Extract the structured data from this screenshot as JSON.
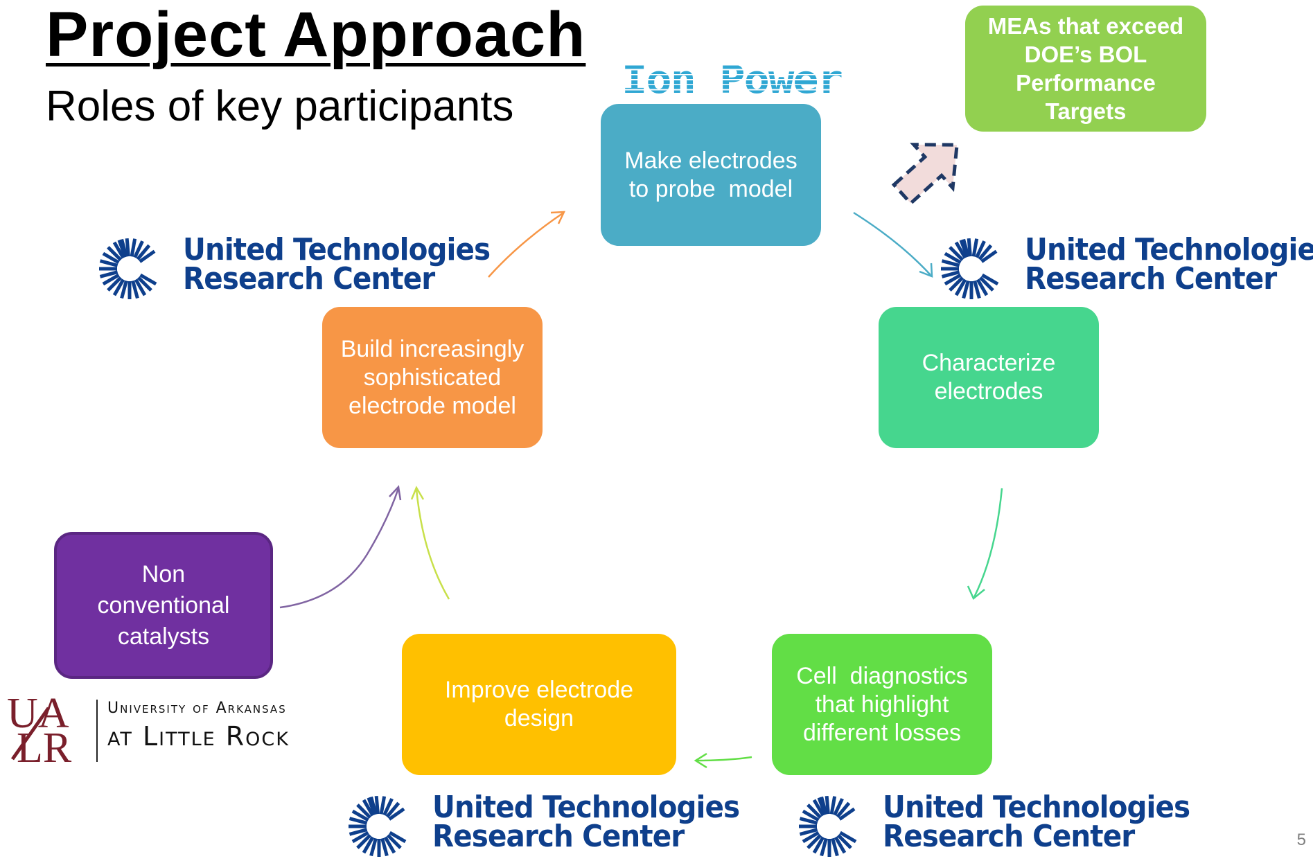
{
  "header": {
    "title": "Project Approach",
    "subtitle": "Roles of key participants"
  },
  "logos": {
    "ion_power": "Ion Power",
    "utrc_line1": "United Technologies",
    "utrc_line2": "Research Center",
    "ualr_mark": "UALR",
    "ualr_line1": "University of Arkansas",
    "ualr_line2": "at Little Rock"
  },
  "nodes": {
    "make": [
      "Make electrodes",
      "to probe  model"
    ],
    "characterize": [
      "Characterize",
      "electrodes"
    ],
    "cell": [
      "Cell  diagnostics",
      "that highlight",
      "different losses"
    ],
    "improve": [
      "Improve electrode",
      "design"
    ],
    "build": [
      "Build increasingly",
      "sophisticated",
      "electrode model"
    ],
    "non_conventional": [
      "Non",
      "conventional",
      "catalysts"
    ],
    "meas": [
      "MEAs that exceed",
      "DOE’s BOL",
      "Performance",
      "Targets"
    ]
  },
  "colors": {
    "make": "#4BACC6",
    "characterize": "#46D68E",
    "cell": "#62DE46",
    "improve": "#FFC000",
    "build": "#F79646",
    "non_conventional": "#7030A0",
    "meas": "#92D050",
    "utrc_blue": "#0E3F8C"
  },
  "page_number": "5"
}
